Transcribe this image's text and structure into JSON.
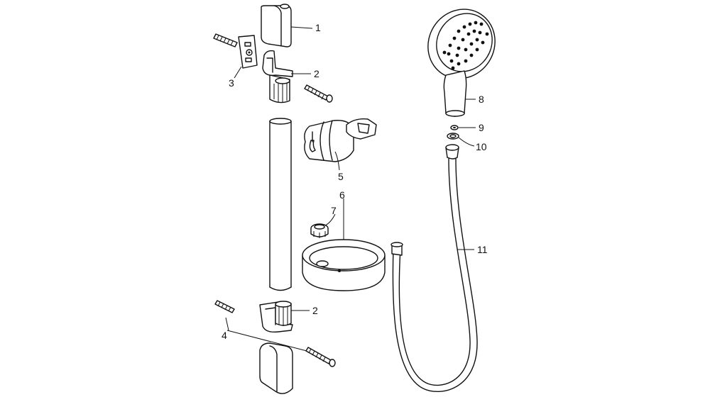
{
  "callouts": [
    {
      "id": "1",
      "text": "1"
    },
    {
      "id": "2a",
      "text": "2"
    },
    {
      "id": "3",
      "text": "3"
    },
    {
      "id": "2b",
      "text": "2"
    },
    {
      "id": "4",
      "text": "4"
    },
    {
      "id": "5",
      "text": "5"
    },
    {
      "id": "6",
      "text": "6"
    },
    {
      "id": "7",
      "text": "7"
    },
    {
      "id": "8",
      "text": "8"
    },
    {
      "id": "9",
      "text": "9"
    },
    {
      "id": "10",
      "text": "10"
    },
    {
      "id": "11",
      "text": "11"
    }
  ]
}
